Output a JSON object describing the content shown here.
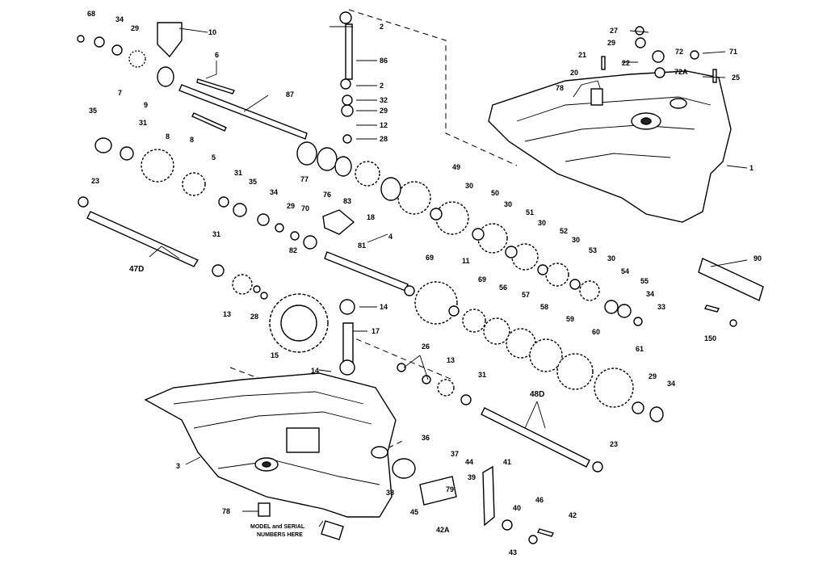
{
  "parts": {
    "p68": "68",
    "p34a": "34",
    "p29a": "29",
    "p10": "10",
    "p6": "6",
    "p7": "7",
    "p9": "9",
    "p87": "87",
    "p35a": "35",
    "p31a": "31",
    "p8a": "8",
    "p8b": "8",
    "p5": "5",
    "p2a": "2",
    "p86": "86",
    "p2b": "2",
    "p32": "32",
    "p29b": "29",
    "p12": "12",
    "p28a": "28",
    "p77": "77",
    "p76": "76",
    "p27": "27",
    "p29c": "29",
    "p21": "21",
    "p22": "22",
    "p20": "20",
    "p72": "72",
    "p71": "71",
    "p72a": "72A",
    "p25": "25",
    "p78a": "78",
    "p1": "1",
    "p23a": "23",
    "p31b": "31",
    "p35b": "35",
    "p34b": "34",
    "p29d": "29",
    "p70": "70",
    "p83": "83",
    "p18": "18",
    "p49": "49",
    "p30a": "30",
    "p50": "50",
    "p30b": "30",
    "p51": "51",
    "p30c": "30",
    "p52": "52",
    "p30d": "30",
    "p53": "53",
    "p30e": "30",
    "p54": "54",
    "p55": "55",
    "p34c": "34",
    "p33": "33",
    "p47d": "47D",
    "p31c": "31",
    "p81": "81",
    "p82": "82",
    "p4": "4",
    "p69a": "69",
    "p11": "11",
    "p69b": "69",
    "p56": "56",
    "p57": "57",
    "p58": "58",
    "p59": "59",
    "p60": "60",
    "p61": "61",
    "p90": "90",
    "p150": "150",
    "p13a": "13",
    "p28b": "28",
    "p15": "15",
    "p14a": "14",
    "p17": "17",
    "p14b": "14",
    "p26": "26",
    "p13b": "13",
    "p31d": "31",
    "p48d": "48D",
    "p29e": "29",
    "p34d": "34",
    "p23b": "23",
    "p3": "3",
    "p36": "36",
    "p37": "37",
    "p44": "44",
    "p39": "39",
    "p79": "79",
    "p41": "41",
    "p38": "38",
    "p45": "45",
    "p42a": "42A",
    "p40": "40",
    "p46": "46",
    "p42": "42",
    "p43": "43",
    "p78b": "78"
  },
  "note": {
    "line1": "MODEL and SERIAL",
    "line2": "NUMBERS HERE"
  }
}
